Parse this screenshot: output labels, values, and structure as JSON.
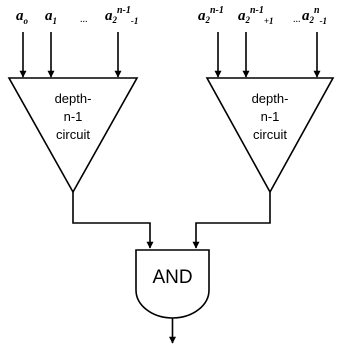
{
  "left_inputs": {
    "a0": {
      "base": "a",
      "sub": "o"
    },
    "a1": {
      "base": "a",
      "sub": "1"
    },
    "dots": "...",
    "alast": {
      "base": "a",
      "sub": "2",
      "sup": "n-1",
      "tail": "-1"
    }
  },
  "right_inputs": {
    "first": {
      "base": "a",
      "sub": "2",
      "sup": "n-1"
    },
    "second": {
      "base": "a",
      "sub": "2",
      "sup": "n-1",
      "tail": "+1"
    },
    "dots": "...",
    "last": {
      "base": "a",
      "sub": "2",
      "sup": "n",
      "tail": "-1"
    }
  },
  "left_circuit": {
    "lines": [
      "depth-",
      "n-1",
      "circuit"
    ]
  },
  "right_circuit": {
    "lines": [
      "depth-",
      "n-1",
      "circuit"
    ]
  },
  "and_gate": {
    "label": "AND"
  }
}
